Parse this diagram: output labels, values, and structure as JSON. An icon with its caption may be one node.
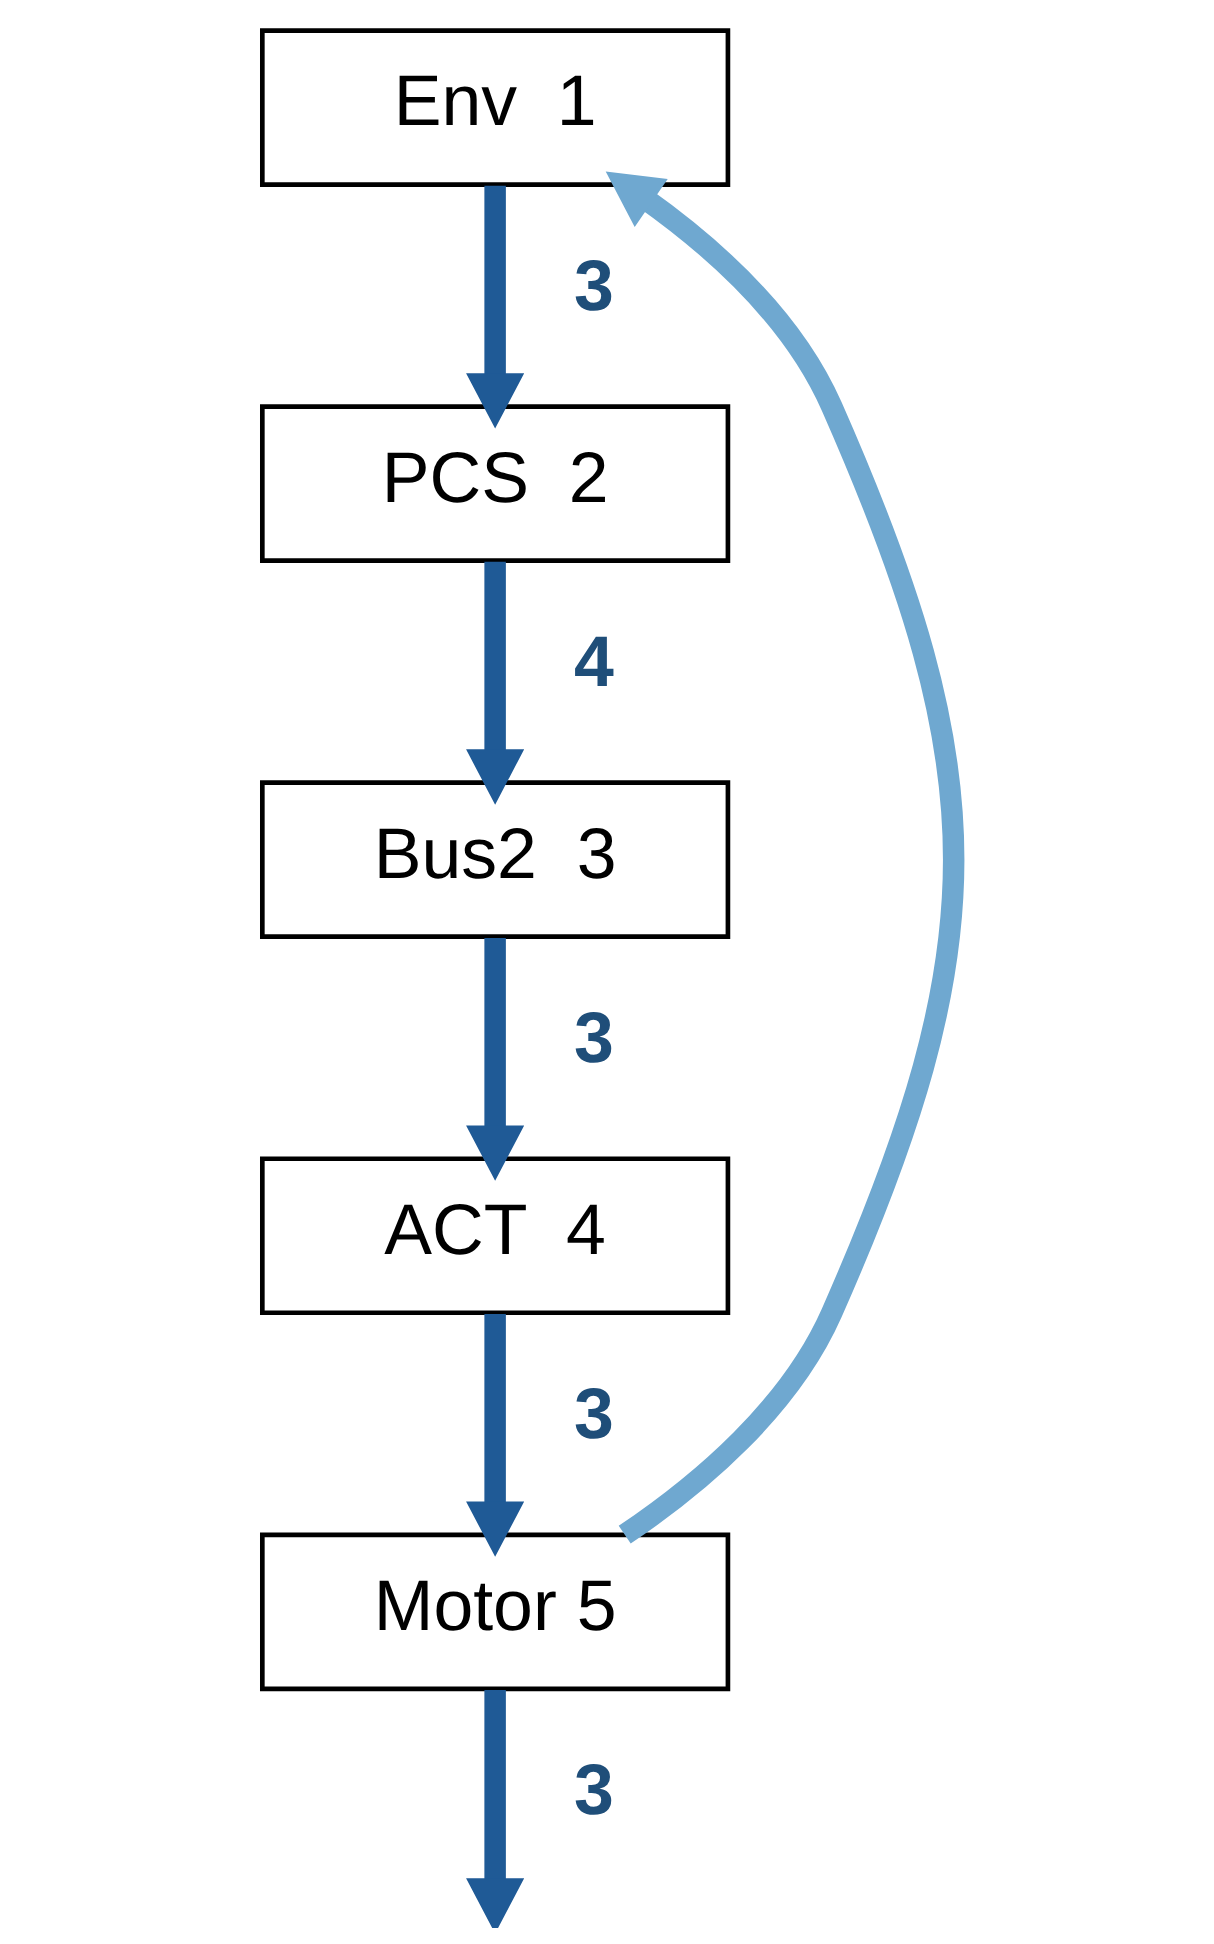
{
  "diagram": {
    "nodes": [
      {
        "text": [
          "Env  1"
        ]
      },
      {
        "text": [
          "PCS  2"
        ]
      },
      {
        "text": [
          "Bus2  3"
        ]
      },
      {
        "text": [
          "ACT  4"
        ]
      },
      {
        "text": [
          "Motor 5"
        ]
      }
    ],
    "edges": [
      {
        "from": 0,
        "to": 1,
        "arrow": "to",
        "label": "3"
      },
      {
        "from": 1,
        "to": 2,
        "arrow": "to",
        "label": "4"
      },
      {
        "from": 2,
        "to": 3,
        "arrow": "to",
        "label": "3"
      },
      {
        "from": 3,
        "to": 4,
        "arrow": "to",
        "label": "3"
      },
      {
        "from": 4,
        "to": null,
        "arrow": "to",
        "label": "3"
      },
      {
        "from": 4,
        "to": 0,
        "arrow": "to",
        "color": "#6fa8d0"
      }
    ]
  }
}
